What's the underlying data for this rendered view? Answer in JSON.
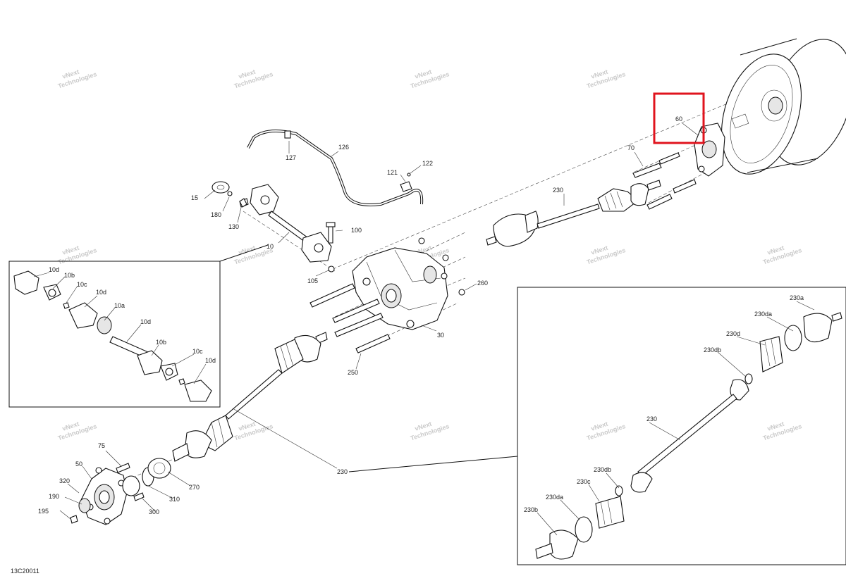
{
  "diagram_code": "13C20011",
  "watermark": [
    "vNext",
    "Technologies"
  ],
  "callouts": {
    "c10": "10",
    "c10a": "10a",
    "c10b": "10b",
    "c10c": "10c",
    "c10d": "10d",
    "c15": "15",
    "c30": "30",
    "c50": "50",
    "c60": "60",
    "c70": "70",
    "c75": "75",
    "c100": "100",
    "c105": "105",
    "c121": "121",
    "c122": "122",
    "c126": "126",
    "c127": "127",
    "c130": "130",
    "c180": "180",
    "c190": "190",
    "c195": "195",
    "c230": "230",
    "c230a": "230a",
    "c230b": "230b",
    "c230c": "230c",
    "c230d": "230d",
    "c230da": "230da",
    "c230db": "230db",
    "c250": "250",
    "c260": "260",
    "c270": "270",
    "c300": "300",
    "c310": "310",
    "c320": "320"
  },
  "highlight": {
    "part": "60",
    "color": "#e0141e"
  }
}
